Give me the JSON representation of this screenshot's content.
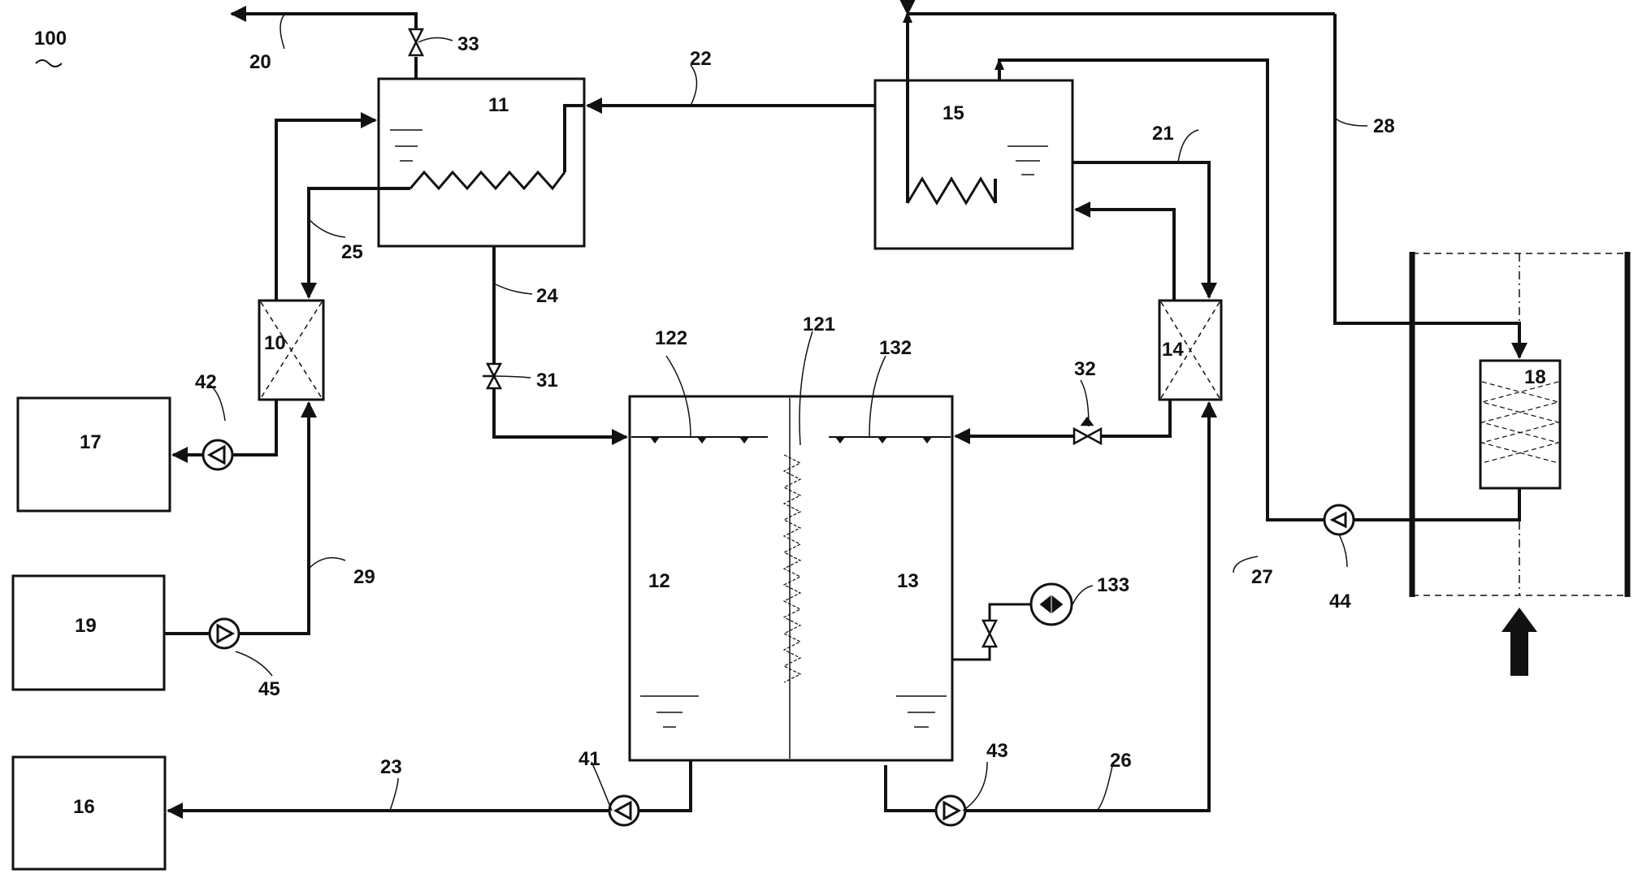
{
  "figure_number": "100",
  "components": {
    "c10": "10",
    "c11": "11",
    "c12": "12",
    "c13": "13",
    "c14": "14",
    "c15": "15",
    "c16": "16",
    "c17": "17",
    "c18": "18",
    "c19": "19",
    "c121": "121",
    "c122": "122",
    "c132": "132",
    "c133": "133"
  },
  "pipes": {
    "p20": "20",
    "p21": "21",
    "p22": "22",
    "p23": "23",
    "p24": "24",
    "p25": "25",
    "p26": "26",
    "p27": "27",
    "p28": "28",
    "p29": "29"
  },
  "valves": {
    "v31": "31",
    "v32": "32",
    "v33": "33"
  },
  "pumps": {
    "u41": "41",
    "u42": "42",
    "u43": "43",
    "u44": "44",
    "u45": "45"
  },
  "colors": {
    "line": "#111111",
    "background": "#ffffff"
  }
}
